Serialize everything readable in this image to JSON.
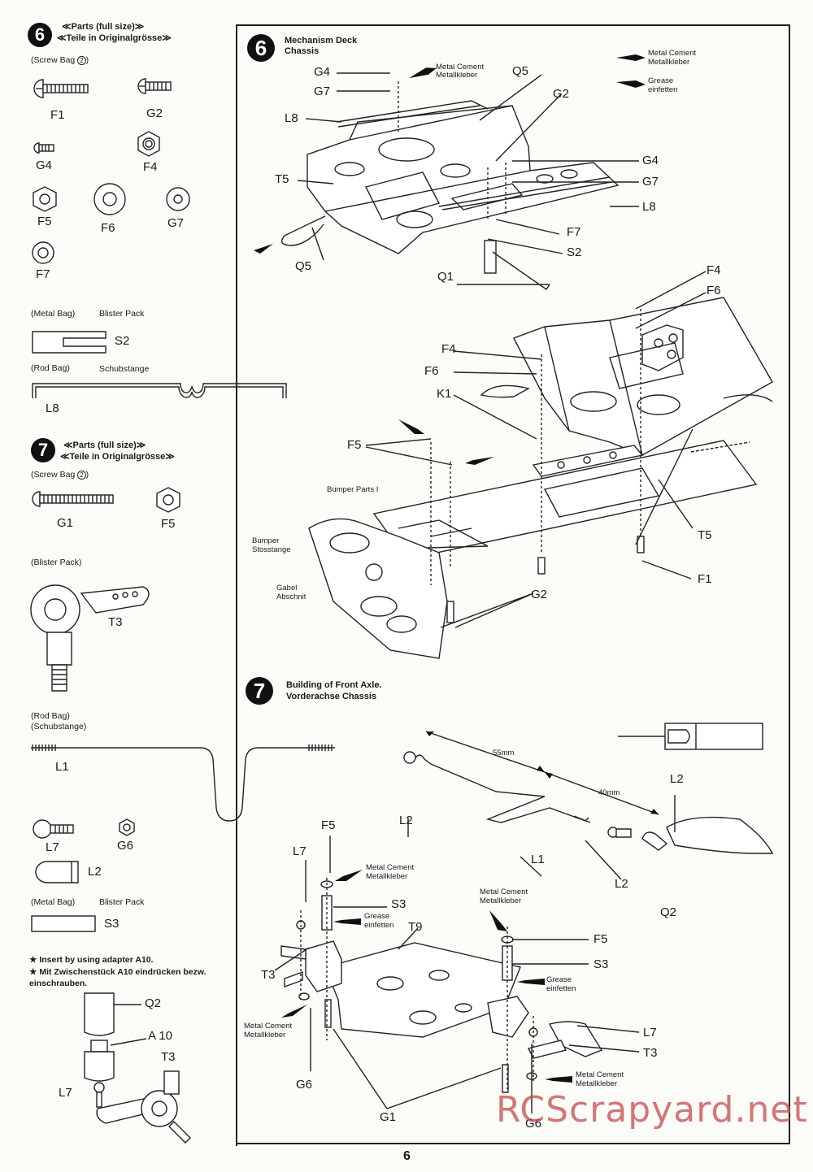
{
  "left": {
    "s6": {
      "badge": "6",
      "line1": "≪Parts (full size)≫",
      "line2": "≪Teile in Originalgrösse≫",
      "screw_bag": "(Screw Bag",
      "screw_bag_num": "2",
      "screw_bag_close": ")",
      "parts": {
        "F1": "F1",
        "G2": "G2",
        "G4": "G4",
        "F4": "F4",
        "F5": "F5",
        "F6": "F6",
        "G7": "G7",
        "F7": "F7",
        "S2": "S2",
        "L8": "L8"
      },
      "metal_bag": "(Metal Bag)",
      "blister": "Blister Pack",
      "rod_bag": "(Rod Bag)",
      "schubstange": "Schubstange"
    },
    "s7": {
      "badge": "7",
      "line1": "≪Parts (full size)≫",
      "line2": "≪Teile in Originalgrösse≫",
      "screw_bag": "(Screw Bag",
      "screw_bag_num": "2",
      "screw_bag_close": ")",
      "parts": {
        "G1": "G1",
        "F5": "F5",
        "T3": "T3",
        "L1": "L1",
        "L7": "L7",
        "G6": "G6",
        "L2": "L2",
        "S3": "S3",
        "Q2": "Q2",
        "A10": "A 10",
        "T3b": "T3",
        "L7b": "L7"
      },
      "blister_pack_paren": "(Blister Pack)",
      "rod_bag": "(Rod Bag)",
      "schubstange_paren": "(Schubstange)",
      "metal_bag": "(Metal Bag)",
      "blister": "Blister Pack",
      "note1": "★ Insert by using adapter A10.",
      "note2": "★ Mit Zwischenstück A10 eindrücken bezw.",
      "note3": "einschrauben."
    }
  },
  "right": {
    "s6": {
      "badge": "6",
      "title1": "Mechanism Deck",
      "title2": "Chassis",
      "legend_cement1": "Metal Cement",
      "legend_cement2": "Metallkleber",
      "legend_grease1": "Grease",
      "legend_grease2": "einfetten",
      "cement1": "Metal Cement",
      "cement2": "Metallkleber",
      "labels": {
        "G4a": "G4",
        "G7a": "G7",
        "L8a": "L8",
        "T5a": "T5",
        "Q5a": "Q5",
        "Q5b": "Q5",
        "G2a": "G2",
        "G4b": "G4",
        "G7b": "G7",
        "L8b": "L8",
        "F7": "F7",
        "S2": "S2",
        "Q1": "Q1",
        "F4a": "F4",
        "F6a": "F6",
        "F4b": "F4",
        "F6b": "F6",
        "K1": "K1",
        "F5": "F5",
        "T5b": "T5",
        "F1": "F1",
        "G2b": "G2"
      },
      "bumper_parts": "Bumper Parts",
      "bumper_parts_num": "I",
      "bumper1": "Bumper",
      "bumper2": "Stosstange",
      "gabel1": "Gabel",
      "gabel2": "Abschnit"
    },
    "s7": {
      "badge": "7",
      "title1": "Building of Front Axle.",
      "title2": "Vorderachse Chassis",
      "dim55": "55mm",
      "dim40": "40mm",
      "labels": {
        "L2a": "L2",
        "L2b": "L2",
        "L1": "L1",
        "L2c": "L2",
        "Q2": "Q2",
        "F5a": "F5",
        "L7a": "L7",
        "S3a": "S3",
        "T9": "T9",
        "T3a": "T3",
        "G6a": "G6",
        "G1": "G1",
        "F5b": "F5",
        "S3b": "S3",
        "L7b": "L7",
        "T3b": "T3",
        "G6b": "G6"
      },
      "cement1": "Metal Cement",
      "cement2": "Metallkleber",
      "grease1": "Grease",
      "grease2": "einfetten"
    }
  },
  "footer": {
    "page_number": "6",
    "watermark": "RCScrapyard.net"
  },
  "colors": {
    "ink": "#1a1a1a",
    "paper": "#fbfbf8",
    "watermark": "#c64a4a"
  }
}
